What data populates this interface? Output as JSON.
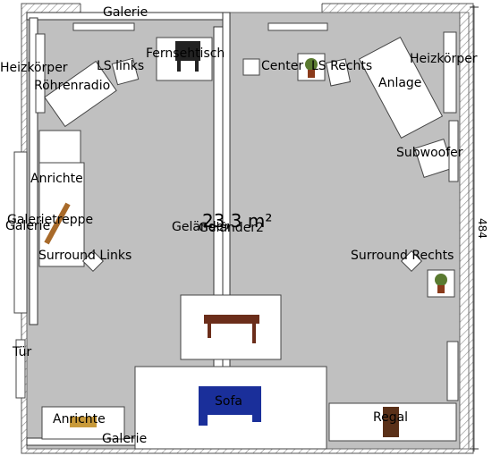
{
  "plan": {
    "area": "23,3 m²",
    "dimension_right": "484",
    "colors": {
      "floor": "#c0c0c0",
      "wall_hatch": "#999999",
      "furniture_bg": "#ffffff",
      "sofa": "#1a2f9a",
      "wood": "#7a3b1e",
      "piano": "#222222"
    },
    "labels": {
      "galerie_top": "Galerie",
      "galerie_left": "Galerie",
      "galerie_bottom": "Galerie",
      "galerietreppe": "Galerietreppe",
      "gelaender1": "Geländer",
      "gelaender2": "Geländer2",
      "heizkoerper_left": "Heizkörper",
      "heizkoerper_right": "Heizkörper",
      "ls_links": "LS links",
      "roehrenradio": "Röhrenradio",
      "fernsehtisch": "Fernsehtisch",
      "center": "Center",
      "ls_rechts": "LS Rechts",
      "anlage": "Anlage",
      "subwoofer": "Subwoofer",
      "anrichte_top": "Anrichte",
      "anrichte_bottom": "Anrichte",
      "surround_links": "Surround Links",
      "surround_rechts": "Surround Rechts",
      "tuer": "Tür",
      "sofa": "Sofa",
      "regal": "Regal"
    }
  }
}
